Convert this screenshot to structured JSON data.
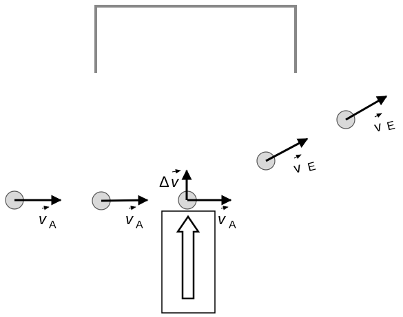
{
  "diagram": {
    "labels": {
      "velocity_letter": "v",
      "velocity_initial_subscript": "A",
      "velocity_final_subscript": "E",
      "delta_symbol": "Δ"
    },
    "colors": {
      "ball_fill": "#d9d9d9",
      "ball_stroke": "#555555",
      "arrow": "#000000",
      "goal_frame": "#888888",
      "force_box": "#000000"
    },
    "icons": {
      "vector_marker": "small-arrow-above-letter",
      "force_arrow": "hollow-up-arrow"
    }
  }
}
